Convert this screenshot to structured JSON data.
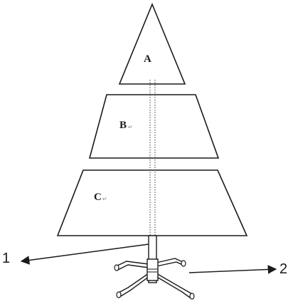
{
  "diagram": {
    "tiers": [
      {
        "label": "A",
        "suffix": ""
      },
      {
        "label": "B",
        "suffix": "↵"
      },
      {
        "label": "C",
        "suffix": "↵"
      }
    ],
    "callouts": [
      {
        "label": "1"
      },
      {
        "label": "2"
      }
    ],
    "line_color": "#1a1a1a",
    "background_color": "#ffffff"
  }
}
